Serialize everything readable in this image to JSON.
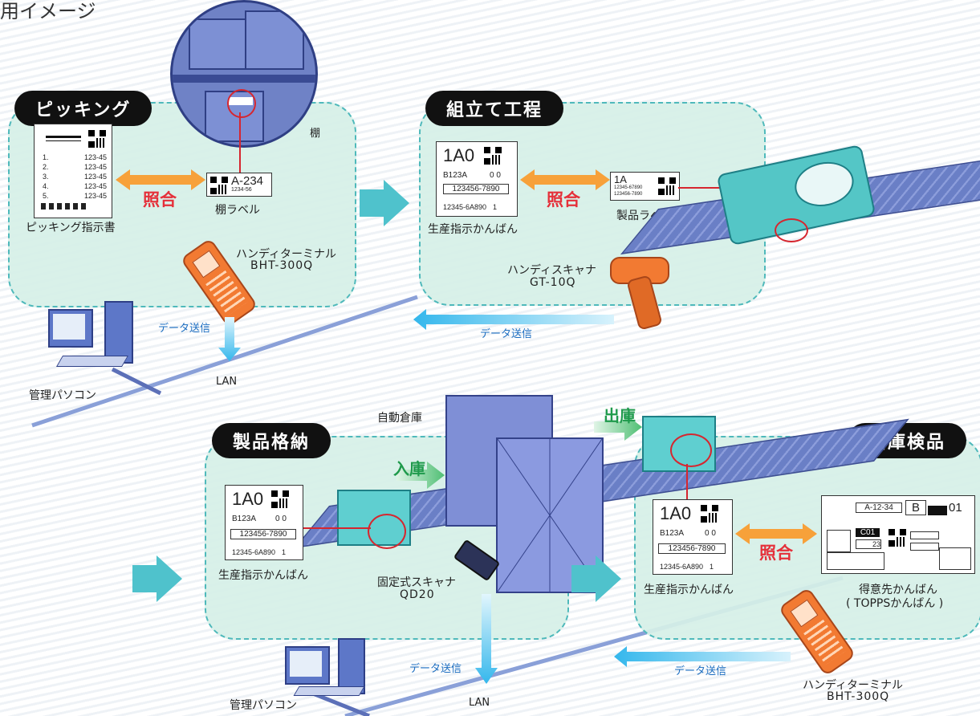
{
  "header": {
    "title_fragment": "用イメージ"
  },
  "zones": {
    "picking": {
      "title": "ピッキング",
      "picking_doc": {
        "rows": [
          {
            "n": "1.",
            "v": "123-45"
          },
          {
            "n": "2.",
            "v": "123-45"
          },
          {
            "n": "3.",
            "v": "123-45"
          },
          {
            "n": "4.",
            "v": "123-45"
          },
          {
            "n": "5.",
            "v": "123-45"
          }
        ],
        "caption": "ピッキング指示書"
      },
      "shelf_label": {
        "code": "A-234",
        "sub": "1234-56",
        "caption": "棚ラベル"
      },
      "shelf_caption": "棚",
      "match": "照合",
      "terminal": {
        "name": "ハンディターミナル",
        "model": "BHT-300Q"
      }
    },
    "assembly": {
      "title": "組立て工程",
      "kanban": {
        "head": "1A0",
        "line2": "B123A",
        "zeros": "0 0",
        "barcode": "123456-7890",
        "footer": "12345-6A890",
        "footer_num": "1",
        "caption": "生産指示かんばん"
      },
      "product_label": {
        "code": "1A",
        "l1": "12345-67890",
        "l2": "123456-7890",
        "caption": "製品ラベル"
      },
      "match": "照合",
      "scanner": {
        "name": "ハンディスキャナ",
        "model": "GT-10Q"
      },
      "data_send": "データ送信"
    },
    "storage": {
      "title": "製品格納",
      "warehouse": "自動倉庫",
      "in_label": "入庫",
      "out_label": "出庫",
      "kanban": {
        "head": "1A0",
        "line2": "B123A",
        "zeros": "0 0",
        "barcode": "123456-7890",
        "footer": "12345-6A890",
        "footer_num": "1",
        "caption": "生産指示かんばん"
      },
      "fixed_scanner": {
        "name": "固定式スキャナ",
        "model": "QD20"
      }
    },
    "shipping": {
      "title": "出庫検品",
      "kanban": {
        "head": "1A0",
        "line2": "B123A",
        "zeros": "0 0",
        "barcode": "123456-7890",
        "footer": "12345-6A890",
        "footer_num": "1",
        "caption": "生産指示かんばん"
      },
      "match": "照合",
      "customer_kanban": {
        "code": "A-12-34",
        "b": "B",
        "num": "01",
        "c01": "C01",
        "n23": "23",
        "caption1": "得意先かんばん",
        "caption2": "( TOPPSかんばん )"
      },
      "terminal": {
        "name": "ハンディターミナル",
        "model": "BHT-300Q"
      }
    }
  },
  "network": {
    "data_send_top": "データ送信",
    "data_send_bottom": "データ送信",
    "data_send_right": "データ送信",
    "lan_top": "LAN",
    "lan_bottom": "LAN",
    "pc_top": "管理パソコン",
    "pc_bottom": "管理パソコン"
  },
  "colors": {
    "zone_bg": "#d6f0e7",
    "zone_border": "#4fb9bb",
    "match_arrow": "#f7a13a",
    "flow_arrow": "#4fc2cc",
    "red_line": "#d6262f",
    "machine": "#7f8fd6"
  }
}
